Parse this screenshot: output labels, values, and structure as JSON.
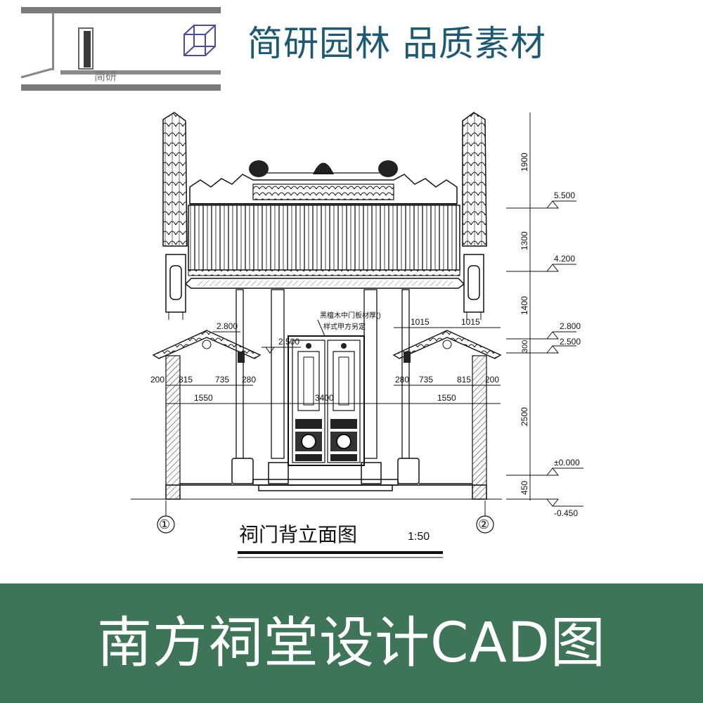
{
  "logo": {
    "text": "简研"
  },
  "brand": {
    "slogan": "简研园林 品质素材"
  },
  "drawing": {
    "title": "祠门背立面图",
    "scale": "1:50",
    "door_note_line1": "黑檀木中门板材厚()",
    "door_note_line2": "样式甲方另定",
    "axis_left": "①",
    "axis_right": "②",
    "vertical_dims": [
      "1900",
      "1300",
      "1400",
      "300",
      "2500",
      "450"
    ],
    "elevations": [
      "5.500",
      "4.200",
      "2.800",
      "2.500",
      "±0.000",
      "-0.450"
    ],
    "inner_elev_left": "2.800",
    "inner_elev_mid": "2.500",
    "top_dims_right": [
      "1015",
      "1015"
    ],
    "horizontal_dims_left": [
      "200",
      "815",
      "735",
      "280"
    ],
    "horizontal_dims_right": [
      "280",
      "735",
      "815",
      "200"
    ],
    "bay_dims": [
      "1550",
      "3400",
      "1550"
    ]
  },
  "footer": {
    "title": "南方祠堂设计CAD图"
  }
}
